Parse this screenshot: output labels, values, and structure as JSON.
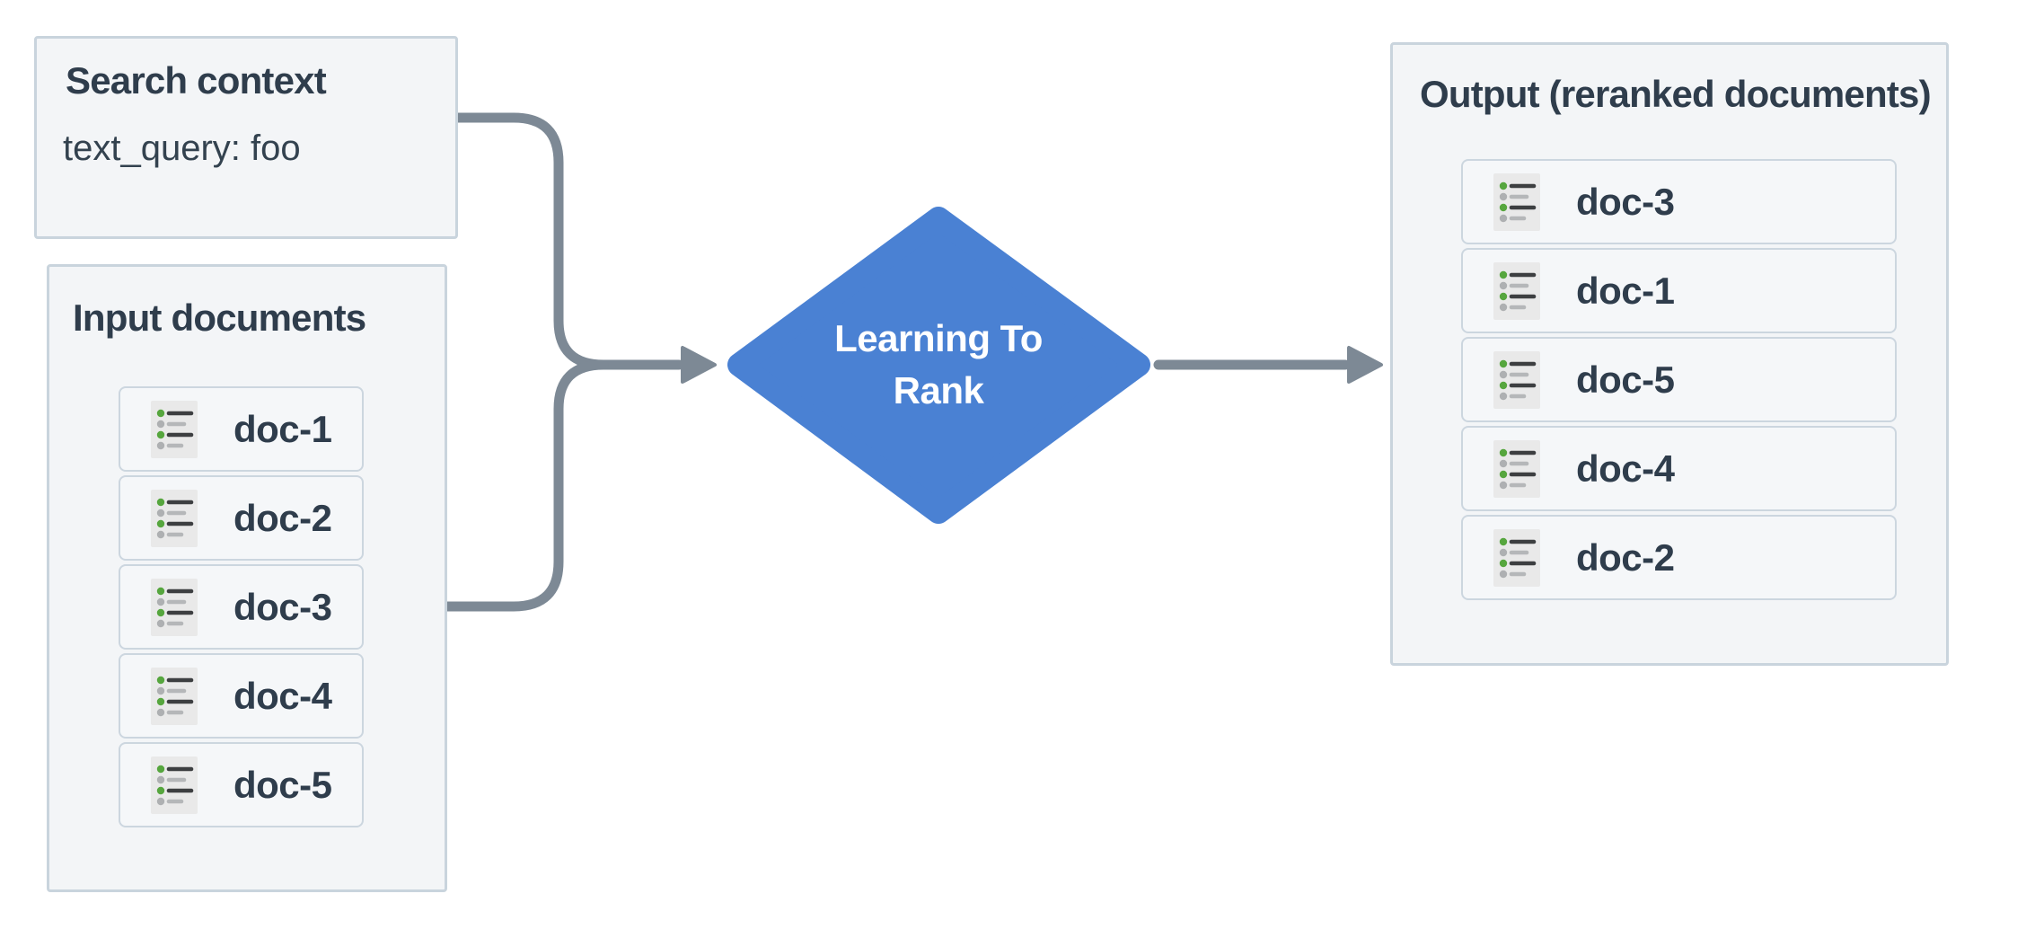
{
  "search_context": {
    "title": "Search context",
    "query": "text_query: foo"
  },
  "input_documents": {
    "title": "Input documents",
    "items": [
      "doc-1",
      "doc-2",
      "doc-3",
      "doc-4",
      "doc-5"
    ]
  },
  "process_node": {
    "label_line1": "Learning To",
    "label_line2": "Rank"
  },
  "output_documents": {
    "title": "Output (reranked documents)",
    "items": [
      "doc-3",
      "doc-1",
      "doc-5",
      "doc-4",
      "doc-2"
    ]
  },
  "icons": {
    "row_icon": "list-icon"
  },
  "colors": {
    "accent_blue": "#4a81d3",
    "connector_gray": "#7d8995",
    "box_border": "#c9d4dd",
    "box_background": "#f3f5f7",
    "row_background": "#f5f7f9",
    "text_dark": "#2f3d4c",
    "icon_background": "#e9e9e9",
    "icon_green_bullet": "#56a63e",
    "icon_gray_bullet": "#aeb0b2"
  }
}
